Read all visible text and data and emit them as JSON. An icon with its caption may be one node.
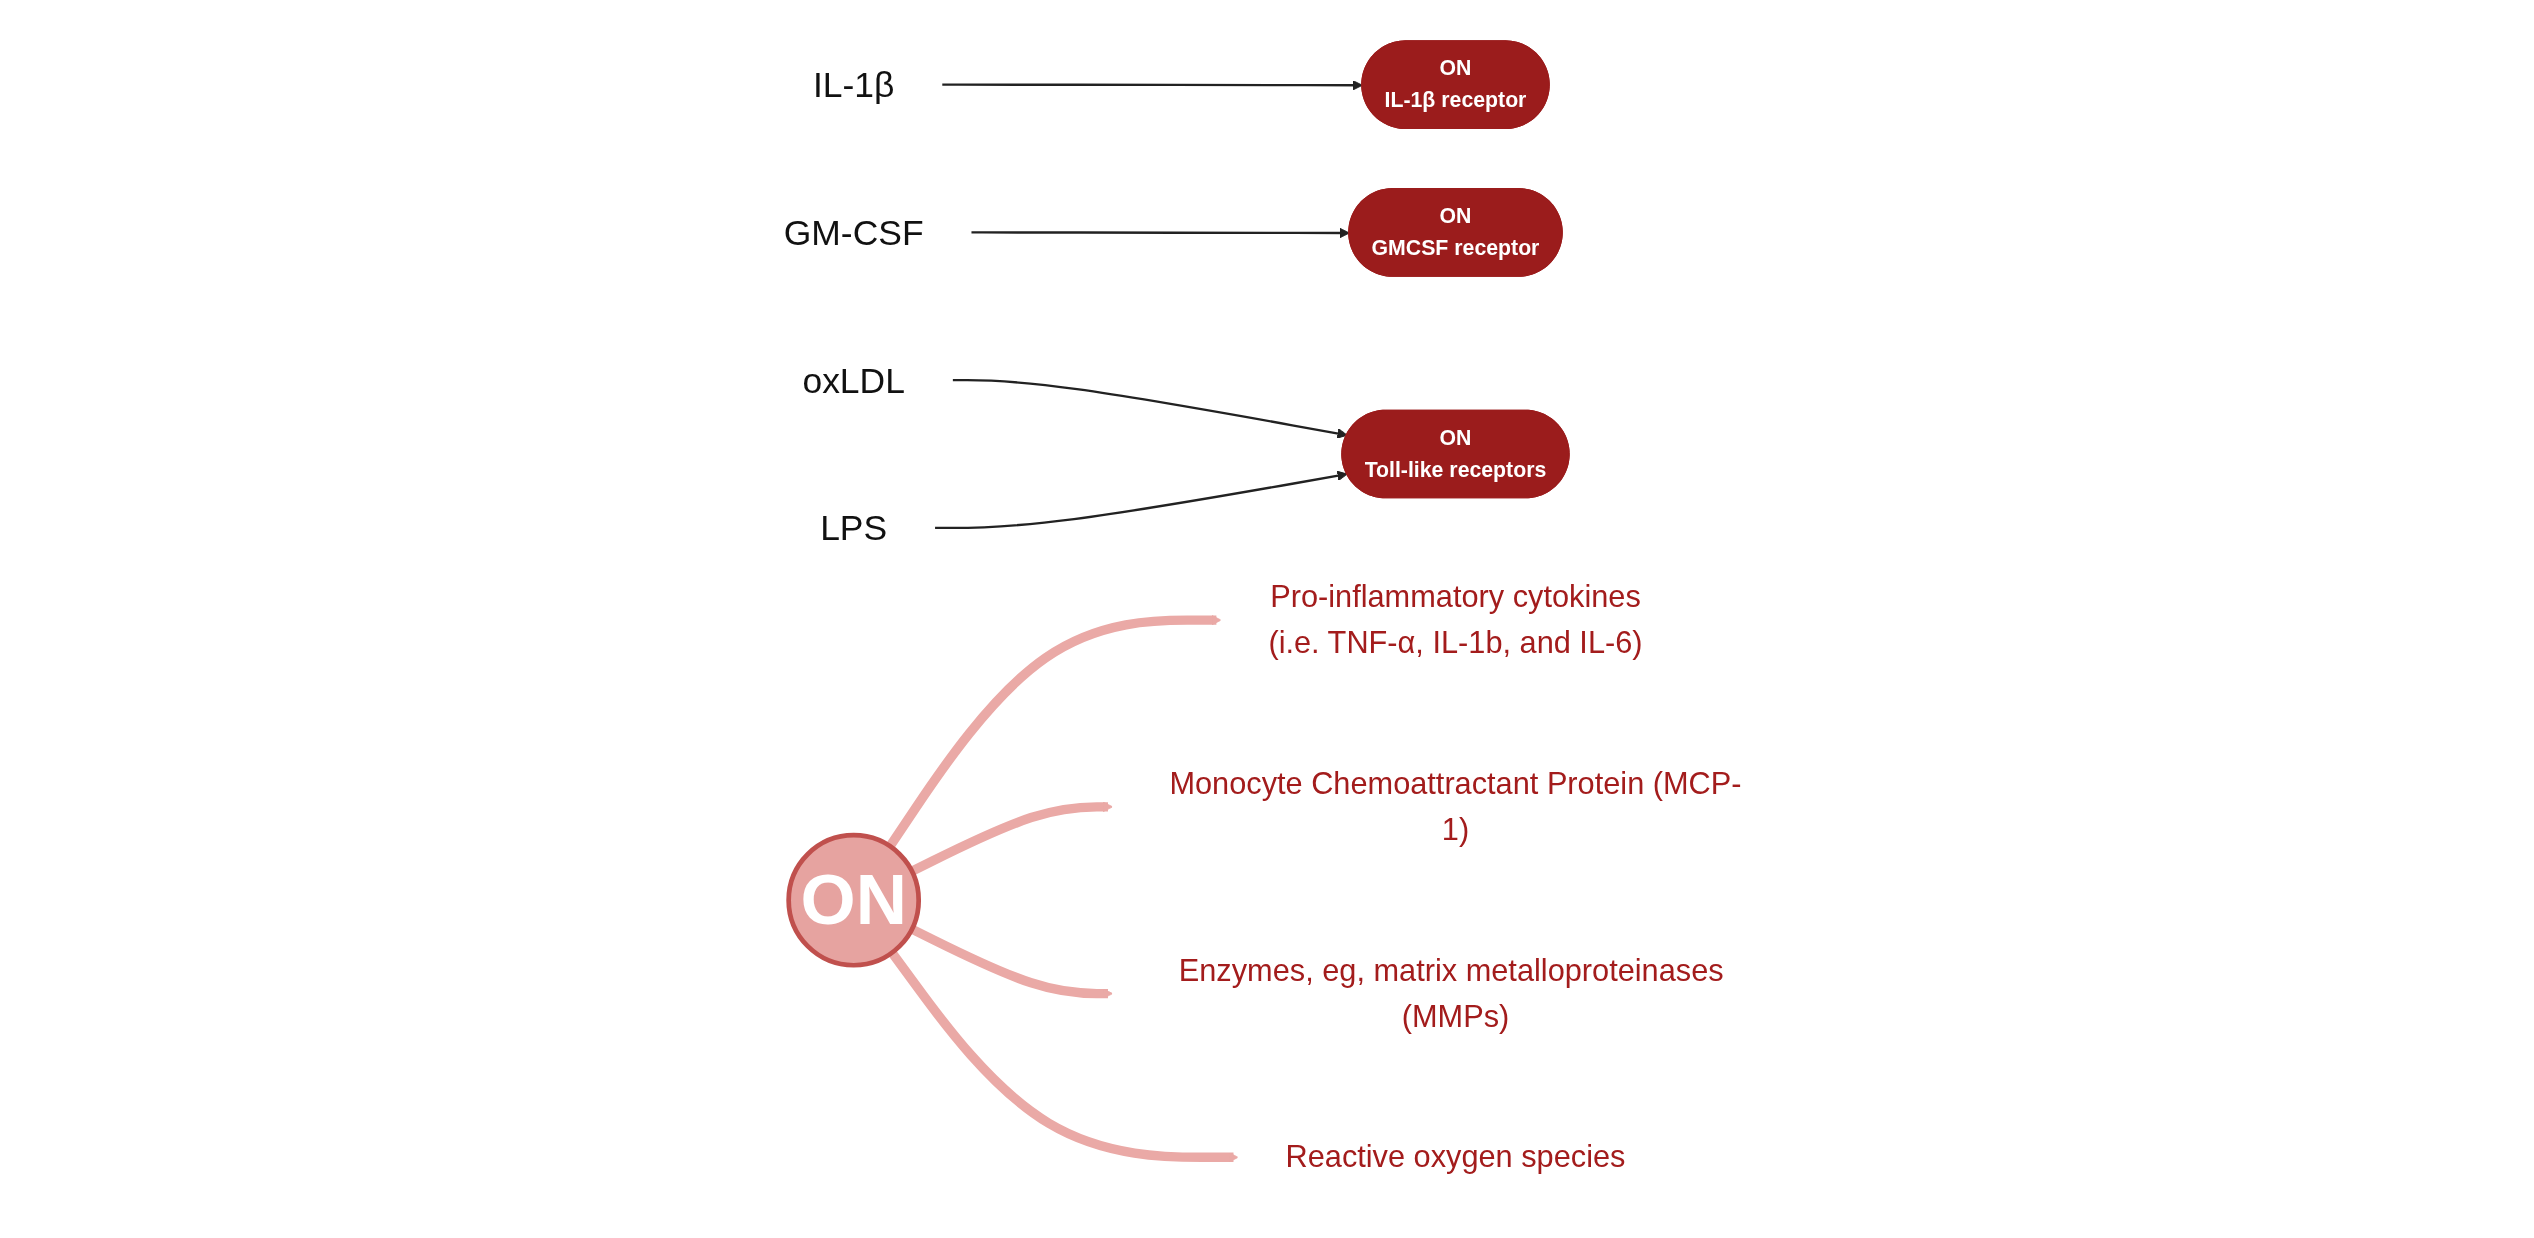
{
  "diagram": {
    "nodes": [
      {
        "text": [
          "IL-1β"
        ]
      },
      {
        "text": [
          "GM-CSF"
        ]
      },
      {
        "text": [
          "oxLDL"
        ]
      },
      {
        "text": [
          "LPS"
        ]
      },
      {
        "text": [
          "ON",
          "IL-1β receptor"
        ]
      },
      {
        "text": [
          "ON",
          "GMCSF receptor"
        ]
      },
      {
        "text": [
          "ON",
          "Toll-like receptors"
        ]
      },
      {
        "text": [
          "ON"
        ]
      },
      {
        "text": [
          "Pro-inflammatory cytokines",
          "(i.e. TNF-α, IL-1b, and IL-6)"
        ]
      },
      {
        "text": [
          "Monocyte Chemoattractant Protein (MCP-1)"
        ]
      },
      {
        "text": [
          "Enzymes, eg, matrix metalloproteinases (MMPs)"
        ]
      },
      {
        "text": [
          "Reactive oxygen species"
        ]
      }
    ],
    "edges": [
      {
        "from": 0,
        "to": 4,
        "arrow": "to"
      },
      {
        "from": 1,
        "to": 5,
        "arrow": "to"
      },
      {
        "from": 2,
        "to": 6,
        "arrow": "to"
      },
      {
        "from": 3,
        "to": 6,
        "arrow": "to"
      },
      {
        "from": 7,
        "to": 8,
        "arrow": "to",
        "style": "thick",
        "color": "#eaa9a6"
      },
      {
        "from": 7,
        "to": 9,
        "arrow": "to",
        "style": "thick",
        "color": "#eaa9a6"
      },
      {
        "from": 7,
        "to": 10,
        "arrow": "to",
        "style": "thick",
        "color": "#eaa9a6"
      },
      {
        "from": 7,
        "to": 11,
        "arrow": "to",
        "style": "thick",
        "color": "#eaa9a6"
      }
    ]
  }
}
